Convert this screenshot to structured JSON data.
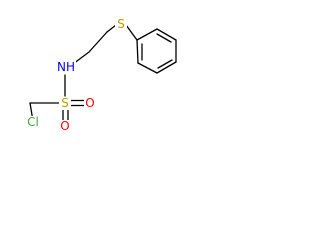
{
  "molecule": {
    "atoms": {
      "cl": {
        "label": "Cl",
        "color": "#3ea83e"
      },
      "s_sulfonyl": {
        "label": "S",
        "color": "#b8a000"
      },
      "o_right": {
        "label": "O",
        "color": "#ff0000"
      },
      "o_bottom": {
        "label": "O",
        "color": "#ff0000"
      },
      "nh": {
        "label": "NH",
        "color": "#0000ff"
      },
      "s_thio": {
        "label": "S",
        "color": "#b8a000"
      }
    }
  }
}
